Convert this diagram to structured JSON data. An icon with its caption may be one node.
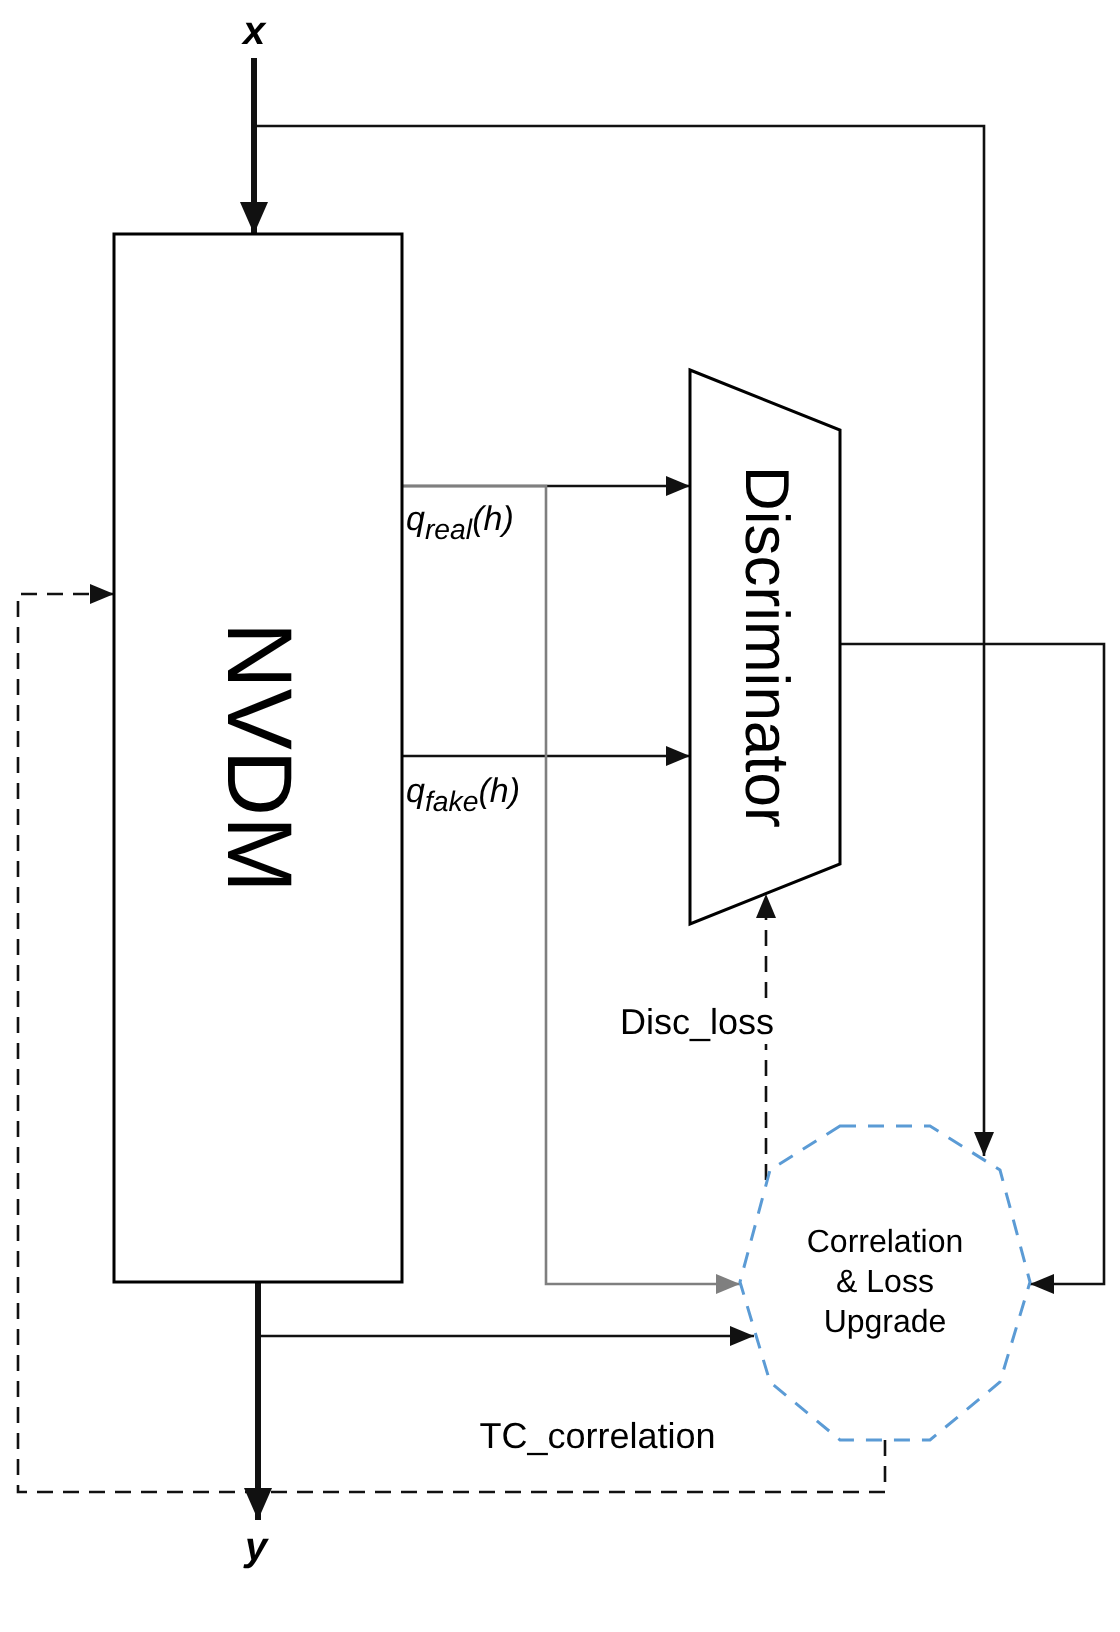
{
  "diagram": {
    "nodes": [
      {
        "text": [
          "x"
        ]
      },
      {
        "text": [
          "NVDM"
        ]
      },
      {
        "text": [
          "Discriminator"
        ]
      },
      {
        "text": [
          "Correlation & Loss Upgrade"
        ]
      },
      {
        "text": [
          "y"
        ]
      }
    ],
    "edges": [
      {
        "from": 0,
        "to": 1,
        "arrow": "to",
        "style": "thick"
      },
      {
        "from": 0,
        "to": 3,
        "arrow": "to"
      },
      {
        "from": 1,
        "to": 2,
        "arrow": "to",
        "label": "q$_{real}$(h)"
      },
      {
        "from": 1,
        "to": 2,
        "arrow": "to",
        "label": "q$_{fake}$(h)"
      },
      {
        "from": 1,
        "to": 3,
        "arrow": "to",
        "color": "#7f7f7f"
      },
      {
        "from": 1,
        "to": 3,
        "arrow": "to"
      },
      {
        "from": 2,
        "to": 3,
        "arrow": "to"
      },
      {
        "from": 3,
        "to": 2,
        "arrow": "to",
        "style": "dashed",
        "label": "Disc_loss"
      },
      {
        "from": 3,
        "to": 1,
        "arrow": "to",
        "style": "dashed",
        "label": "TC_correlation"
      },
      {
        "from": 1,
        "to": 4,
        "arrow": "to",
        "style": "thick"
      }
    ]
  }
}
